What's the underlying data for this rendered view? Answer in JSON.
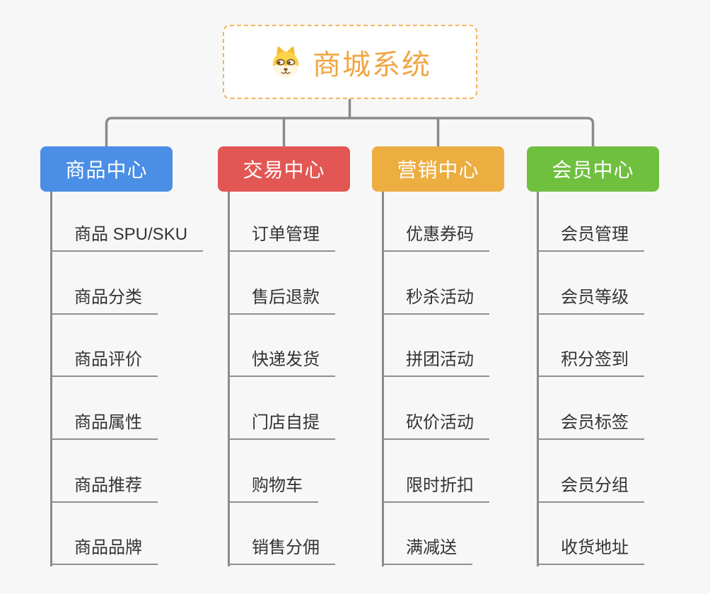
{
  "page": {
    "background_color": "#F7F7F7",
    "connector_color": "#8A8A8A",
    "leaf_text_color": "#333333",
    "leaf_underline_color": "#8F8F8F"
  },
  "root": {
    "title": "商城系统",
    "icon": "shiba-dog-icon",
    "text_color": "#F0A644",
    "border_color": "#F3B45C",
    "background_color": "#FFFFFF"
  },
  "branches": [
    {
      "label": "商品中心",
      "color": "#4A8EE6",
      "children": [
        "商品 SPU/SKU",
        "商品分类",
        "商品评价",
        "商品属性",
        "商品推荐",
        "商品品牌"
      ]
    },
    {
      "label": "交易中心",
      "color": "#E25754",
      "children": [
        "订单管理",
        "售后退款",
        "快递发货",
        "门店自提",
        "购物车",
        "销售分佣"
      ]
    },
    {
      "label": "营销中心",
      "color": "#ECAD41",
      "children": [
        "优惠券码",
        "秒杀活动",
        "拼团活动",
        "砍价活动",
        "限时折扣",
        "满减送"
      ]
    },
    {
      "label": "会员中心",
      "color": "#70C040",
      "children": [
        "会员管理",
        "会员等级",
        "积分签到",
        "会员标签",
        "会员分组",
        "收货地址"
      ]
    }
  ]
}
